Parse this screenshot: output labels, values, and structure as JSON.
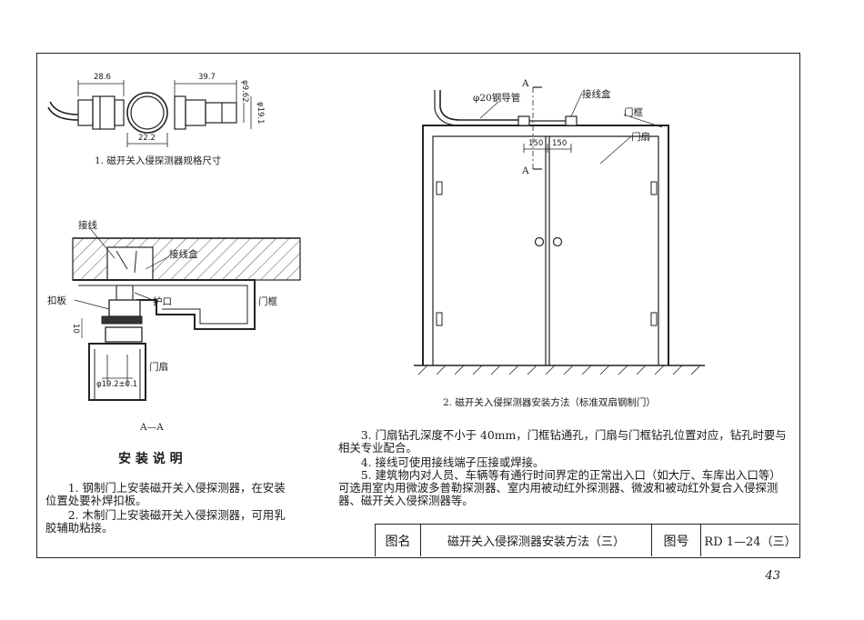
{
  "fig1": {
    "caption": "1. 磁开关入侵探测器规格尺寸",
    "dims": {
      "d1": "28.6",
      "d2": "39.7",
      "d3": "22.2",
      "d4": "φ9.62",
      "d5": "φ19.1"
    }
  },
  "fig_section": {
    "labels": {
      "wire": "接线",
      "box": "接线盒",
      "plate": "扣板",
      "guard": "护口",
      "frame": "门框",
      "leaf": "门扇",
      "gap": "10",
      "hole": "φ19.2±0.1"
    },
    "caption": "A—A"
  },
  "fig2": {
    "labels": {
      "pipe": "φ20钢导管",
      "box": "接线盒",
      "frame": "门框",
      "leaf": "门扇",
      "a_top": "A",
      "a_bot": "A",
      "d150a": "150",
      "d150b": "150"
    },
    "caption": "2. 磁开关入侵探测器安装方法（标准双扇钢制门）"
  },
  "instructions": {
    "title": "安 装 说 明",
    "items": [
      "1. 钢制门上安装磁开关入侵探测器，在安装位置处要补焊扣板。",
      "2. 木制门上安装磁开关入侵探测器，可用乳胶辅助粘接。"
    ]
  },
  "notes": [
    "3. 门扇钻孔深度不小于 40mm，门框钻通孔，门扇与门框钻孔位置对应，钻孔时要与相关专业配合。",
    "4. 接线可使用接线端子压接或焊接。",
    "5. 建筑物内对人员、车辆等有通行时间界定的正常出入口（如大厅、车库出入口等）可选用室内用微波多普勒探测器、室内用被动红外探测器、微波和被动红外复合入侵探测器、磁开关入侵探测器等。"
  ],
  "title_block": {
    "name_label": "图名",
    "name": "磁开关入侵探测器安装方法（三）",
    "num_label": "图号",
    "num": "RD 1—24（三）"
  },
  "page_number": "43"
}
